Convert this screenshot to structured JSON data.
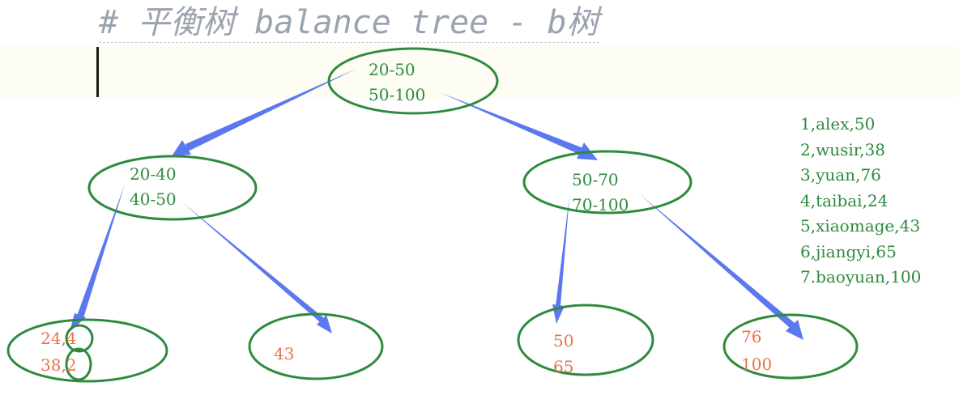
{
  "title": "# 平衡树 balance tree - b树",
  "colors": {
    "node_outline": "#2e8b3e",
    "internal_key": "#2e8b3e",
    "leaf_key": "#e8734a",
    "arrow": "#5b78f0"
  },
  "nodes": {
    "root": {
      "key1": "20-50",
      "key2": "50-100"
    },
    "left": {
      "key1": "20-40",
      "key2": "40-50"
    },
    "right": {
      "key1": "50-70",
      "key2": "70-100"
    },
    "leaf1": {
      "key1": "24,4",
      "key2": "38,2"
    },
    "leaf2": {
      "key1": "43"
    },
    "leaf3": {
      "key1": "50",
      "key2": "65"
    },
    "leaf4": {
      "key1": "76",
      "key2": "100"
    }
  },
  "edges": [
    {
      "from": "root",
      "to": "left"
    },
    {
      "from": "root",
      "to": "right"
    },
    {
      "from": "left",
      "to": "leaf1"
    },
    {
      "from": "left",
      "to": "leaf2"
    },
    {
      "from": "right",
      "to": "leaf3"
    },
    {
      "from": "right",
      "to": "leaf4"
    }
  ],
  "records": [
    "1,alex,50",
    "2,wusir,38",
    "3,yuan,76",
    "4,taibai,24",
    "5,xiaomage,43",
    "6,jiangyi,65",
    "7.baoyuan,100"
  ]
}
